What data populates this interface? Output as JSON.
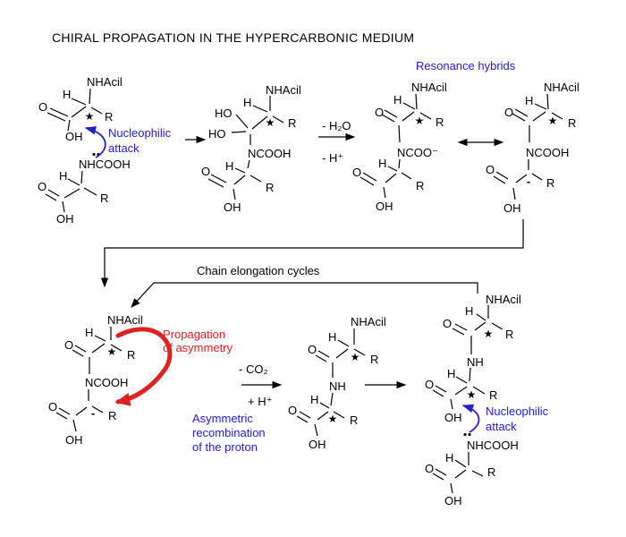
{
  "title": "CHIRAL PROPAGATION IN THE HYPERCARBONIC MEDIUM",
  "colors": {
    "ink": "#000000",
    "annotation": "#2222cc",
    "emphasis": "#dd2222",
    "paper": "#ffffff"
  },
  "atoms": {
    "nhacil": "NHAcil",
    "h": "H",
    "o": "O",
    "oh": "OH",
    "ho": "HO",
    "r": "R",
    "nh": "NH",
    "ncooh": "NCOOH",
    "nhcooh": "NHCOOH",
    "ncoo_anion": "NCOO⁻",
    "star": "★",
    "minus": "-"
  },
  "annotations": {
    "nucleophilic_line1": "Nucleophilic",
    "nucleophilic_line2": "attack",
    "resonance_hybrids": "Resonance hybrids",
    "chain_elongation": "Chain elongation cycles",
    "propagation_line1": "Propagation",
    "propagation_line2": "of asymmetry",
    "asymmetric_line1": "Asymmetric",
    "asymmetric_line2": "recombination",
    "asymmetric_line3": "of the proton",
    "minus_h2o": "- H₂O",
    "minus_hplus": "- H⁺",
    "minus_co2": "- CO₂",
    "plus_hplus": "+ H⁺"
  }
}
